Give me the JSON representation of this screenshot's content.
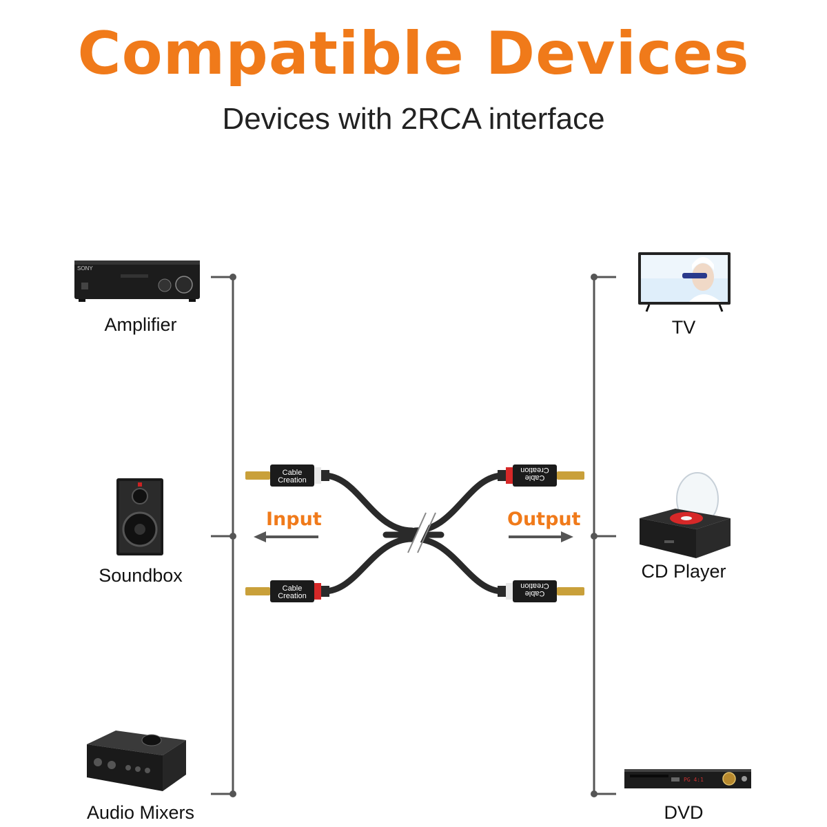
{
  "header": {
    "title": "Compatible Devices",
    "subtitle": "Devices with 2RCA interface"
  },
  "colors": {
    "accent": "#f07a1a",
    "line": "#555555",
    "cable": "#2a2a2a",
    "gold": "#c9a03a",
    "red_ring": "#d62828",
    "white_ring": "#e8e8e8"
  },
  "left_devices": [
    {
      "label": "Amplifier",
      "icon": "amplifier-icon"
    },
    {
      "label": "Soundbox",
      "icon": "speaker-icon"
    },
    {
      "label": "Audio Mixers",
      "icon": "audio-mixer-icon"
    }
  ],
  "right_devices": [
    {
      "label": "TV",
      "icon": "tv-icon"
    },
    {
      "label": "CD Player",
      "icon": "cd-player-icon"
    },
    {
      "label": "DVD",
      "icon": "dvd-player-icon"
    }
  ],
  "cable": {
    "input_label": "Input",
    "output_label": "Output",
    "brand_line1": "Cable",
    "brand_line2": "Creation",
    "amp_brand": "SONY",
    "dvd_display": "PG 4:1"
  }
}
